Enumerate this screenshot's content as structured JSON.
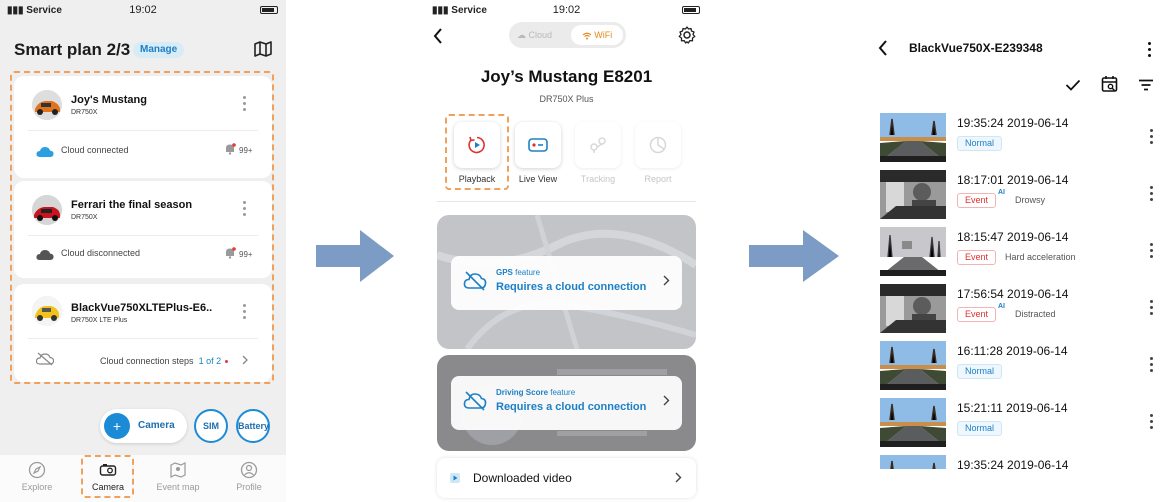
{
  "colors": {
    "accent": "#1d80c7",
    "highlight_dash": "#f0a25c",
    "event_red": "#e03030",
    "arrow": "#7c9cc6",
    "wifi_orange": "#e48a1d"
  },
  "screen1": {
    "status": {
      "carrier": "Service",
      "time": "19:02"
    },
    "plan_title": "Smart plan 2/3",
    "manage_label": "Manage",
    "cards": [
      {
        "name": "Joy's Mustang",
        "model": "DR750X",
        "status": "Cloud connected",
        "count": "99+"
      },
      {
        "name": "Ferrari the final season",
        "model": "DR750X",
        "status": "Cloud disconnected",
        "count": "99+"
      },
      {
        "name": "BlackVue750XLTEPlus-E6..",
        "model": "DR750X LTE Plus",
        "steps_label": "Cloud connection steps",
        "steps_progress": "1 of 2"
      }
    ],
    "fab": {
      "camera": "Camera",
      "sim": "SIM",
      "battery": "Battery"
    },
    "tabs": [
      {
        "label": "Explore",
        "icon": "compass-icon"
      },
      {
        "label": "Camera",
        "icon": "camera-icon",
        "active": true
      },
      {
        "label": "Event map",
        "icon": "map-icon"
      },
      {
        "label": "Profile",
        "icon": "profile-icon"
      }
    ]
  },
  "screen2": {
    "status": {
      "carrier": "Service",
      "time": "19:02"
    },
    "seg": {
      "cloud": "Cloud",
      "wifi": "WiFi"
    },
    "title": "Joy’s Mustang E8201",
    "model": "DR750X Plus",
    "features": [
      {
        "label": "Playback",
        "icon": "playback-icon"
      },
      {
        "label": "Live View",
        "icon": "live-view-icon"
      },
      {
        "label": "Tracking",
        "icon": "tracking-icon",
        "disabled": true
      },
      {
        "label": "Report",
        "icon": "report-icon",
        "disabled": true
      }
    ],
    "panels": [
      {
        "feature": "GPS",
        "feature_suffix": " feature",
        "message": "Requires a cloud connection"
      },
      {
        "feature": "Driving Score",
        "feature_suffix": " feature",
        "message": "Requires a cloud connection"
      }
    ],
    "downloaded_label": "Downloaded video"
  },
  "screen3": {
    "title": "BlackVue750X-E239348",
    "videos": [
      {
        "time": "19:35:24",
        "date": "2019-06-14",
        "type": "Normal",
        "scene": "day"
      },
      {
        "time": "18:17:01",
        "date": "2019-06-14",
        "type": "Event",
        "ai": "AI",
        "tag": "Drowsy",
        "scene": "interior"
      },
      {
        "time": "18:15:47",
        "date": "2019-06-14",
        "type": "Event",
        "tag": "Hard acceleration",
        "scene": "dusk"
      },
      {
        "time": "17:56:54",
        "date": "2019-06-14",
        "type": "Event",
        "ai": "AI",
        "tag": "Distracted",
        "scene": "interior"
      },
      {
        "time": "16:11:28",
        "date": "2019-06-14",
        "type": "Normal",
        "scene": "day"
      },
      {
        "time": "15:21:11",
        "date": "2019-06-14",
        "type": "Normal",
        "scene": "day"
      },
      {
        "time": "19:35:24",
        "date": "2019-06-14",
        "type": "",
        "scene": "day"
      }
    ]
  }
}
